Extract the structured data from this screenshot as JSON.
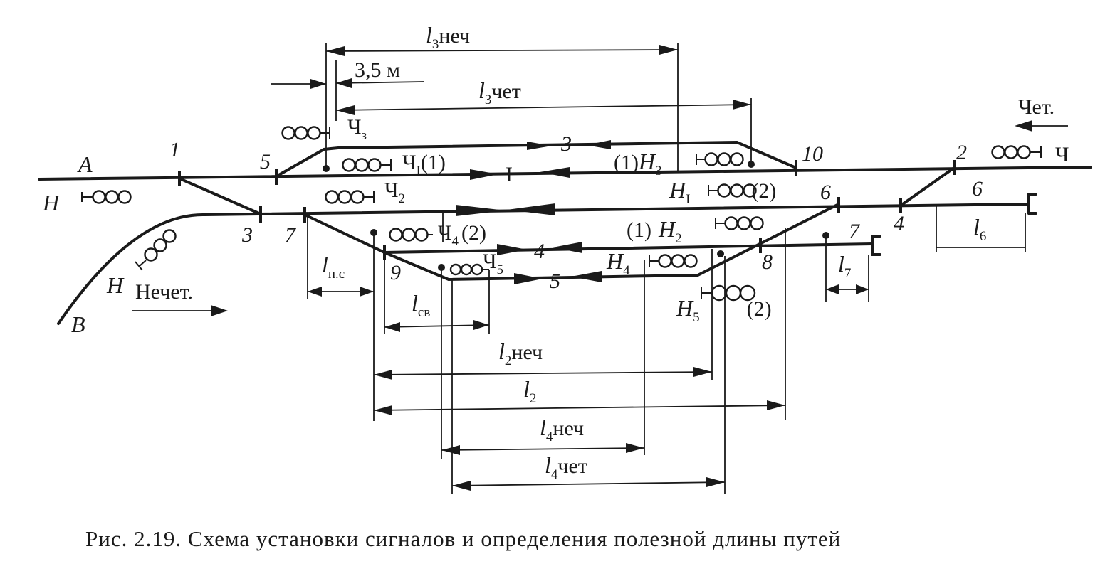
{
  "caption": "Рис. 2.19. Схема установки сигналов и определения полезной длины путей",
  "directions": {
    "odd": "Нечет.",
    "even": "Чет."
  },
  "stations": {
    "a": "A",
    "b": "B"
  },
  "track_names": {
    "main_I": "I",
    "track_2_roman": "(2)",
    "track_3": "3",
    "track_4": "4",
    "track_5": "5",
    "track_6": "6",
    "track_7": "7"
  },
  "switches": {
    "s1": "1",
    "s2": "2",
    "s3": "3",
    "s4": "4",
    "s5": "5",
    "s6": "6",
    "s7": "7",
    "s8": "8",
    "s9": "9",
    "s10": "10"
  },
  "signals": {
    "h_entry_a": "H",
    "h_entry_b": "H",
    "ch_entry": "Ч",
    "ch3": "Ч",
    "ch3_sub": "з",
    "ch1": "Ч",
    "ch1_sub": "I",
    "ch1_suffix": "(1)",
    "ch2": "Ч",
    "ch2_sub": "2",
    "ch4": "Ч",
    "ch4_sub": "4",
    "ch4_suffix": "(2)",
    "ch5": "Ч",
    "ch5_sub": "5",
    "h3_prefix": "(1)",
    "h3": "H",
    "h3_sub": "3",
    "h1": "H",
    "h1_sub": "I",
    "h1_suffix": "(2)",
    "h2_prefix": "(1)",
    "h2": "H",
    "h2_sub": "2",
    "h4": "H",
    "h4_sub": "4",
    "h5": "H",
    "h5_sub": "5",
    "h5_suffix": "(2)"
  },
  "dimensions": {
    "gap": "3,5 м",
    "l3_odd": {
      "l": "l",
      "sub": "3",
      "suffix": "неч"
    },
    "l3_even": {
      "l": "l",
      "sub": "3",
      "suffix": "чет"
    },
    "l2_odd": {
      "l": "l",
      "sub": "2",
      "suffix": "неч"
    },
    "l2": {
      "l": "l",
      "sub": "2",
      "suffix": ""
    },
    "l4_odd": {
      "l": "l",
      "sub": "4",
      "suffix": "неч"
    },
    "l4_even": {
      "l": "l",
      "sub": "4",
      "suffix": "чет"
    },
    "l_ps": {
      "l": "l",
      "sub": "п.с"
    },
    "l_sv": {
      "l": "l",
      "sub": "св"
    },
    "l6": {
      "l": "l",
      "sub": "6"
    },
    "l7": {
      "l": "l",
      "sub": "7"
    }
  }
}
